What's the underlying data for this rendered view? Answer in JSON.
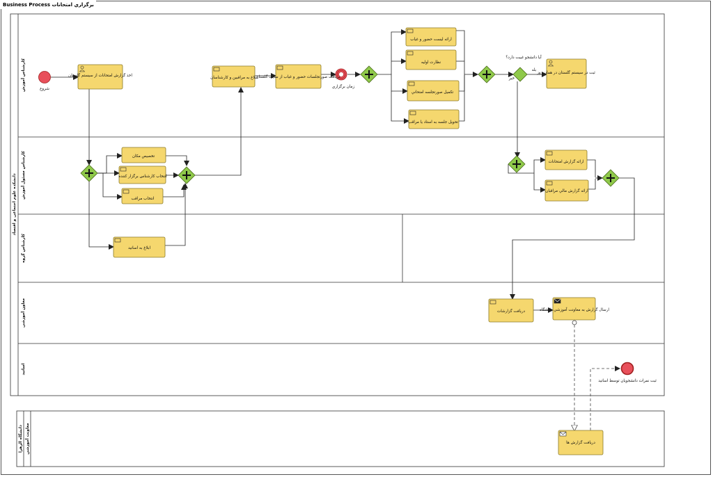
{
  "title": "Business Process",
  "process_name": "برگزاري امتحانات",
  "pool_main": "دانشکده علوم اجتماعی و اقتصاد",
  "pool_external": "دانشگاه الزهرا",
  "lanes": {
    "l1": "کارشناس آموزش",
    "l2": "کارشناس مسئول آموزش",
    "l3": "کارشناس گروه",
    "l4": "معاون آموزشی",
    "l5": "اساتيد",
    "ext": "معاونت آموزشي"
  },
  "events": {
    "start": "شروع",
    "timer": "زمان برگزاري",
    "end": "ثبت نمرات دانشجويان توسط اساتيد"
  },
  "gateway_question": "آيا دانشجو غيبت دارد؟",
  "gateway_yes": "بله",
  "gateway_no": "خير",
  "tasks": {
    "t_report_sites": "اخذ گزارش امتحانات از سيستم گلستان",
    "t_notify_supervisors": "ابلاغ به مراقبين و کارشناسان",
    "t_receive_lists": "دريافت صورتجلسات حضور و غياب از سايت گلستان",
    "t_list_attendance": "ارائه ليست حضور و غياب",
    "t_initial_oversight": "نظارت اوليه",
    "t_complete_minutes": "تکميل صورتجلسه امتحاني",
    "t_deliver_meeting": "تحويل جلسه به استاد يا مراقب",
    "t_register_absence": "ثبت در سيستم گلستان در همان روز",
    "t_allocate_room": "تخصيص مکان",
    "t_select_staff": "انتخاب کارشناس برگزار کننده",
    "t_select_proctor": "انتخاب مراقب",
    "t_exam_report": "ارائه گزارش امتحانات",
    "t_finance_report": "ارائه گزارش مالي مراقبان",
    "t_notify_prof": "ابلاغ به اساتيد",
    "t_receive_reports": "دريافت گزارشات",
    "t_send_report": "ارسال گزارش به معاونت آموزشي دانشگاه",
    "t_receive_report_ext": "دريافت گزارش ها"
  }
}
